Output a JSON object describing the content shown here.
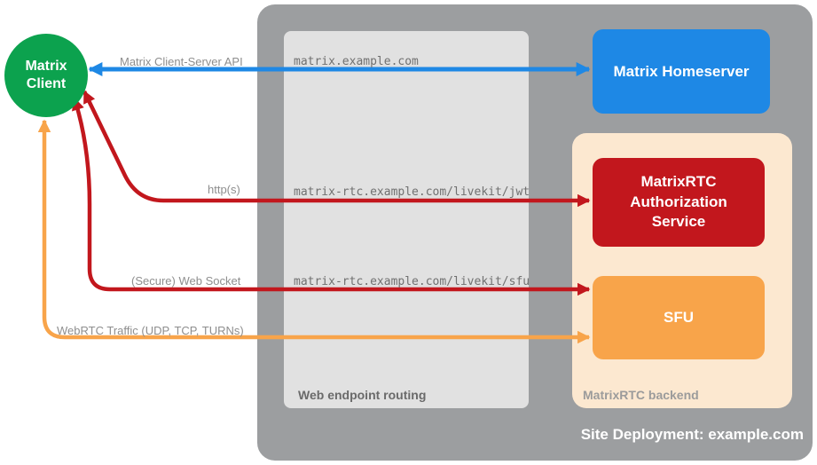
{
  "site": {
    "label": "Site Deployment: example.com"
  },
  "routing": {
    "label": "Web endpoint routing"
  },
  "backend": {
    "label": "MatrixRTC backend"
  },
  "nodes": {
    "client": {
      "label": "Matrix\nClient"
    },
    "homeserver": {
      "label": "Matrix Homeserver"
    },
    "auth_service": {
      "label": "MatrixRTC Authorization Service"
    },
    "sfu": {
      "label": "SFU"
    }
  },
  "connections": {
    "client_server_api": {
      "protocol": "Matrix Client-Server API",
      "endpoint": "matrix.example.com",
      "color": "#1E88E5",
      "from": "Matrix Client",
      "to": "Matrix Homeserver",
      "bidirectional": true
    },
    "http": {
      "protocol": "http(s)",
      "endpoint": "matrix-rtc.example.com/livekit/jwt",
      "color": "#C2171D",
      "from": "Matrix Client",
      "to": "MatrixRTC Authorization Service",
      "bidirectional": true
    },
    "websocket": {
      "protocol": "(Secure) Web Socket",
      "endpoint": "matrix-rtc.example.com/livekit/sfu",
      "color": "#C2171D",
      "from": "Matrix Client",
      "to": "SFU",
      "bidirectional": true
    },
    "webrtc": {
      "protocol": "WebRTC Traffic (UDP, TCP, TURNs)",
      "endpoint": "",
      "color": "#F8A44A",
      "from": "Matrix Client",
      "to": "SFU",
      "bidirectional": true
    }
  },
  "colors": {
    "client_green": "#0CA24E",
    "homeserver_blue": "#1E88E5",
    "auth_red": "#C2171D",
    "sfu_orange": "#F8A44A",
    "site_gray": "#9C9EA0",
    "routing_gray": "#E1E1E1",
    "backend_peach": "#FCE8D0"
  }
}
